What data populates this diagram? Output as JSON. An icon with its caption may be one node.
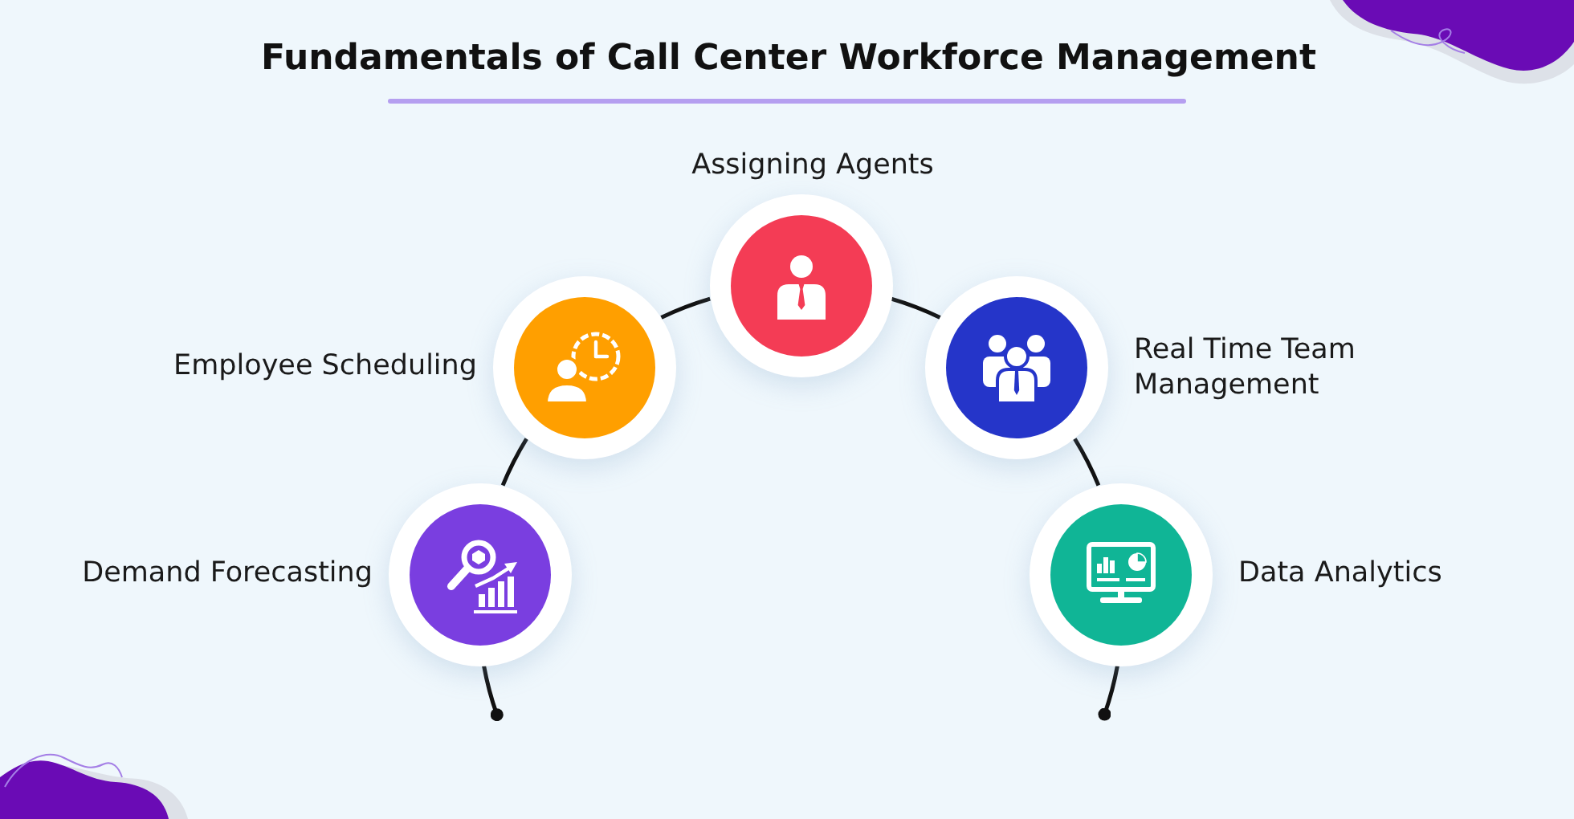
{
  "diagram": {
    "title": "Fundamentals of Call Center Workforce Management",
    "nodes": [
      {
        "text": [],
        "shape": "circle",
        "beside": [
          "Demand Forecasting"
        ]
      },
      {
        "text": [],
        "shape": "circle",
        "beside": [
          "Employee Scheduling"
        ]
      },
      {
        "text": [],
        "shape": "circle",
        "beside": [
          "Assigning Agents"
        ]
      },
      {
        "text": [],
        "shape": "circle",
        "beside": [
          "Real Time Team Management"
        ]
      },
      {
        "text": [],
        "shape": "circle",
        "beside": [
          "Data Analytics"
        ]
      }
    ],
    "edges": [
      {
        "from": null,
        "to": 0,
        "arrow": "other"
      },
      {
        "from": 0,
        "to": 1,
        "arrow": "none"
      },
      {
        "from": 1,
        "to": 2,
        "arrow": "none"
      },
      {
        "from": 2,
        "to": 3,
        "arrow": "none"
      },
      {
        "from": 3,
        "to": 4,
        "arrow": "none"
      },
      {
        "from": 4,
        "to": null,
        "arrow": "other"
      }
    ]
  }
}
